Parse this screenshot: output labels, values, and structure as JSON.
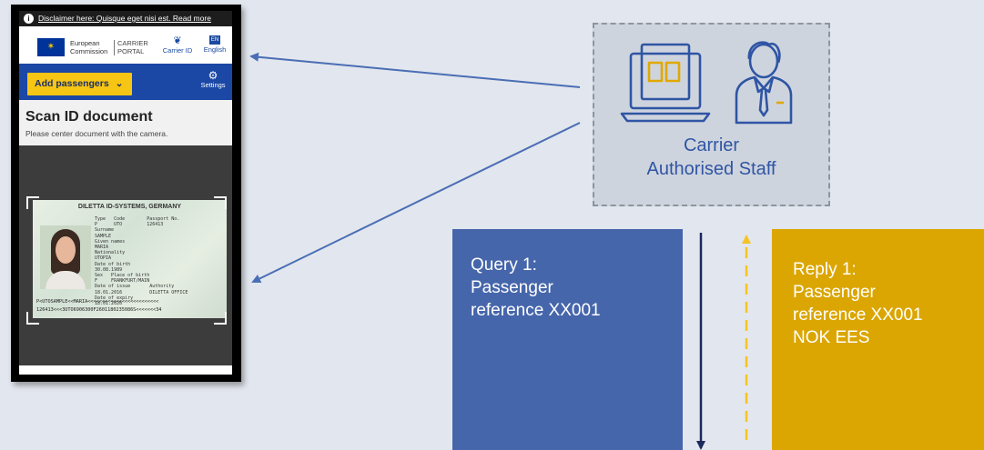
{
  "phone": {
    "disclaimer": "Disclaimer here: Quisque eget nisi est. Read more",
    "header": {
      "org_line1": "European",
      "org_line2": "Commission",
      "portal_line1": "CARRIER",
      "portal_line2": "PORTAL",
      "carrier_id_label": "Carrier ID",
      "lang_code": "EN",
      "lang_label": "English"
    },
    "toolbar": {
      "add_passengers_label": "Add passengers",
      "settings_label": "Settings"
    },
    "scan": {
      "title": "Scan ID document",
      "subtitle": "Please center document with the camera."
    },
    "id_card": {
      "issuer": "DILETTA ID-SYSTEMS, GERMANY",
      "fields": "Type   Code        Passport No.\nP      UTO         126413\nSurname\nSAMPLE\nGiven names\nMARIA\nNationality\nUTOPIA\nDate of birth\n30.08.1989\nSex   Place of birth\nF     FRANKFURT/MAIN\nDate of issue       Authority\n18.01.2016          DILETTA OFFICE\nDate of expiry\n18.01.2026",
      "mrz_line1": "P<UTOSAMPLE<<MARIA<<<<<<<<<<<<<<<<<<<<<<<<<",
      "mrz_line2": "126413<<<3UTO6906300F2601180235086S<<<<<<<34"
    }
  },
  "staff": {
    "label_line1": "Carrier",
    "label_line2": "Authorised Staff"
  },
  "query": {
    "line1": "Query 1:",
    "line2": "Passenger",
    "line3": "reference XX001"
  },
  "reply": {
    "line1": "Reply 1:",
    "line2": "Passenger",
    "line3": "reference XX001",
    "line4": "NOK EES"
  },
  "colors": {
    "background": "#e2e6ee",
    "arrow_blue": "#4a6eb5",
    "query_box": "#4666ab",
    "reply_box": "#dba601",
    "staff_text": "#2f55a4",
    "dark_arrow": "#1b2a5c",
    "reply_arrow": "#f5c324"
  },
  "icons": [
    "laptop-icon",
    "staff-person-icon",
    "info-icon",
    "gear-icon",
    "chevron-down-icon",
    "eu-flag-icon"
  ]
}
